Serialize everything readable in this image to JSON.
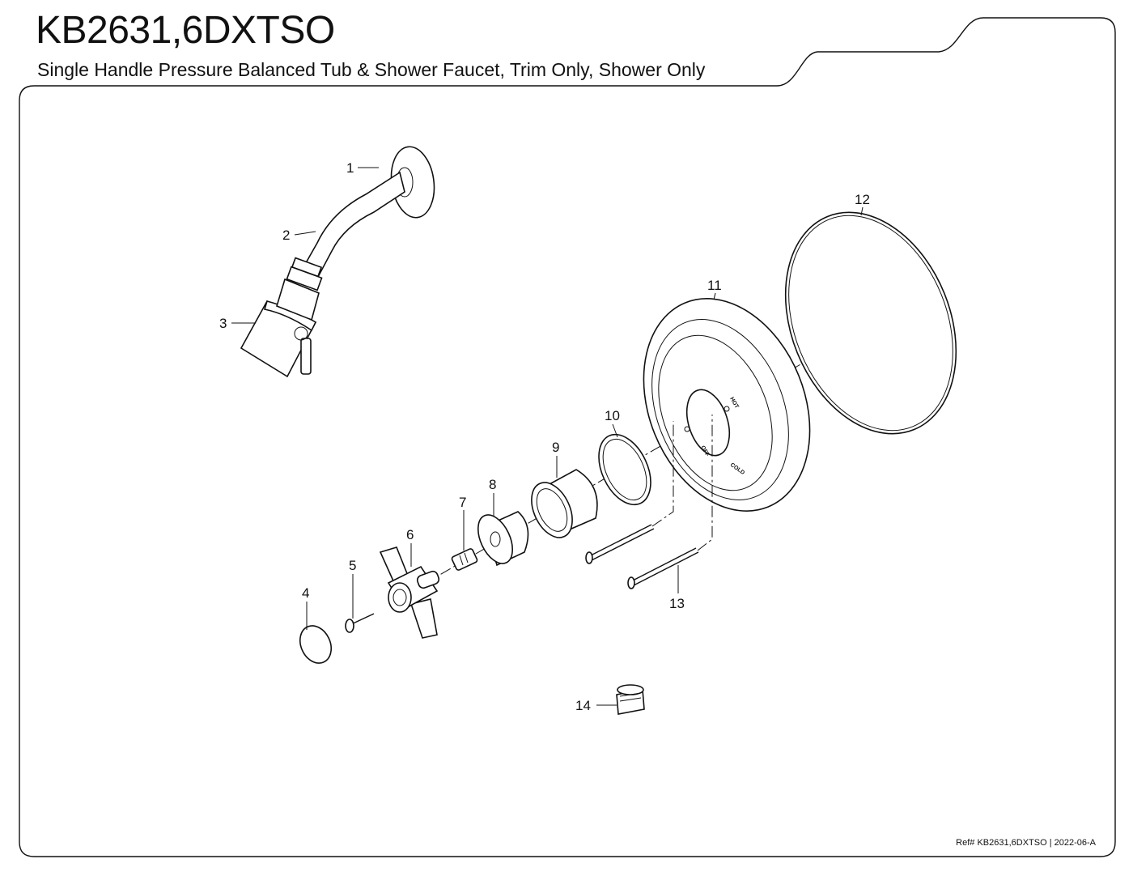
{
  "header": {
    "model": "KB2631,6DXTSO",
    "description": "Single Handle Pressure Balanced Tub & Shower Faucet, Trim Only, Shower Only"
  },
  "footer": {
    "reference": "Ref# KB2631,6DXTSO | 2022-06-A"
  },
  "plate_markings": {
    "hot": "HOT",
    "off": "OFF",
    "cold": "COLD"
  },
  "callouts": [
    "1",
    "2",
    "3",
    "4",
    "5",
    "6",
    "7",
    "8",
    "9",
    "10",
    "11",
    "12",
    "13",
    "14"
  ]
}
